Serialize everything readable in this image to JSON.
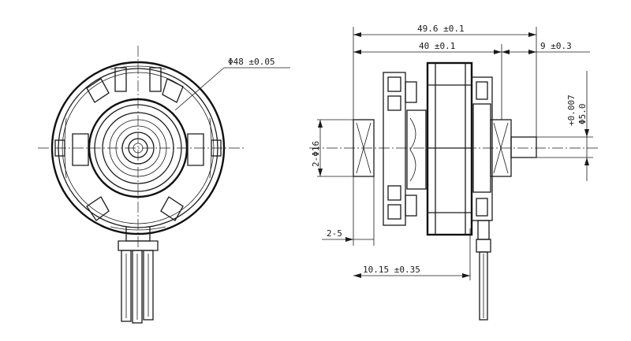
{
  "dimensions": {
    "outer_diameter": "Φ48 ±0.05",
    "overall_length": "49.6 ±0.1",
    "body_length": "40 ±0.1",
    "shaft_extension": "9 ±0.3",
    "shaft_diameter": "Φ5.0",
    "shaft_tolerance": "+0.007",
    "bearing_holes": "2-Φ16",
    "screw_spec": "2-5",
    "bearing_offset": "10.15 ±0.35"
  }
}
